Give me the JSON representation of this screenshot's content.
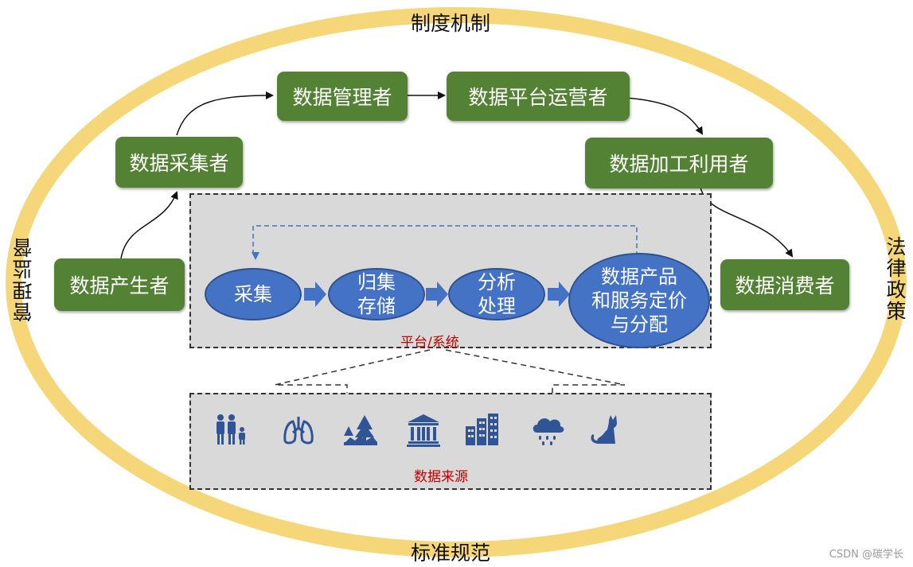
{
  "ring": {
    "top": "制度机制",
    "bottom": "标准规范",
    "left": "管理监督",
    "right": "法律政策",
    "color": "#f5d77a"
  },
  "actors": {
    "producer": "数据产生者",
    "collector": "数据采集者",
    "manager": "数据管理者",
    "operator": "数据平台运营者",
    "processor": "数据加工利用者",
    "consumer": "数据消费者",
    "color": "#548235"
  },
  "platform": {
    "label": "平台/系统",
    "steps": [
      {
        "text": "采集"
      },
      {
        "text": "归集\n存储"
      },
      {
        "text": "分析\n处理"
      },
      {
        "text": "数据产品\n和服务定价\n与分配"
      }
    ],
    "step_color": "#4472c4"
  },
  "sources": {
    "label": "数据来源",
    "icons": [
      "people-icon",
      "lungs-icon",
      "landscape-icon",
      "bank-icon",
      "buildings-icon",
      "rain-cloud-icon",
      "cat-icon"
    ],
    "icon_color": "#2f5597"
  },
  "watermark": "CSDN @碳学长"
}
